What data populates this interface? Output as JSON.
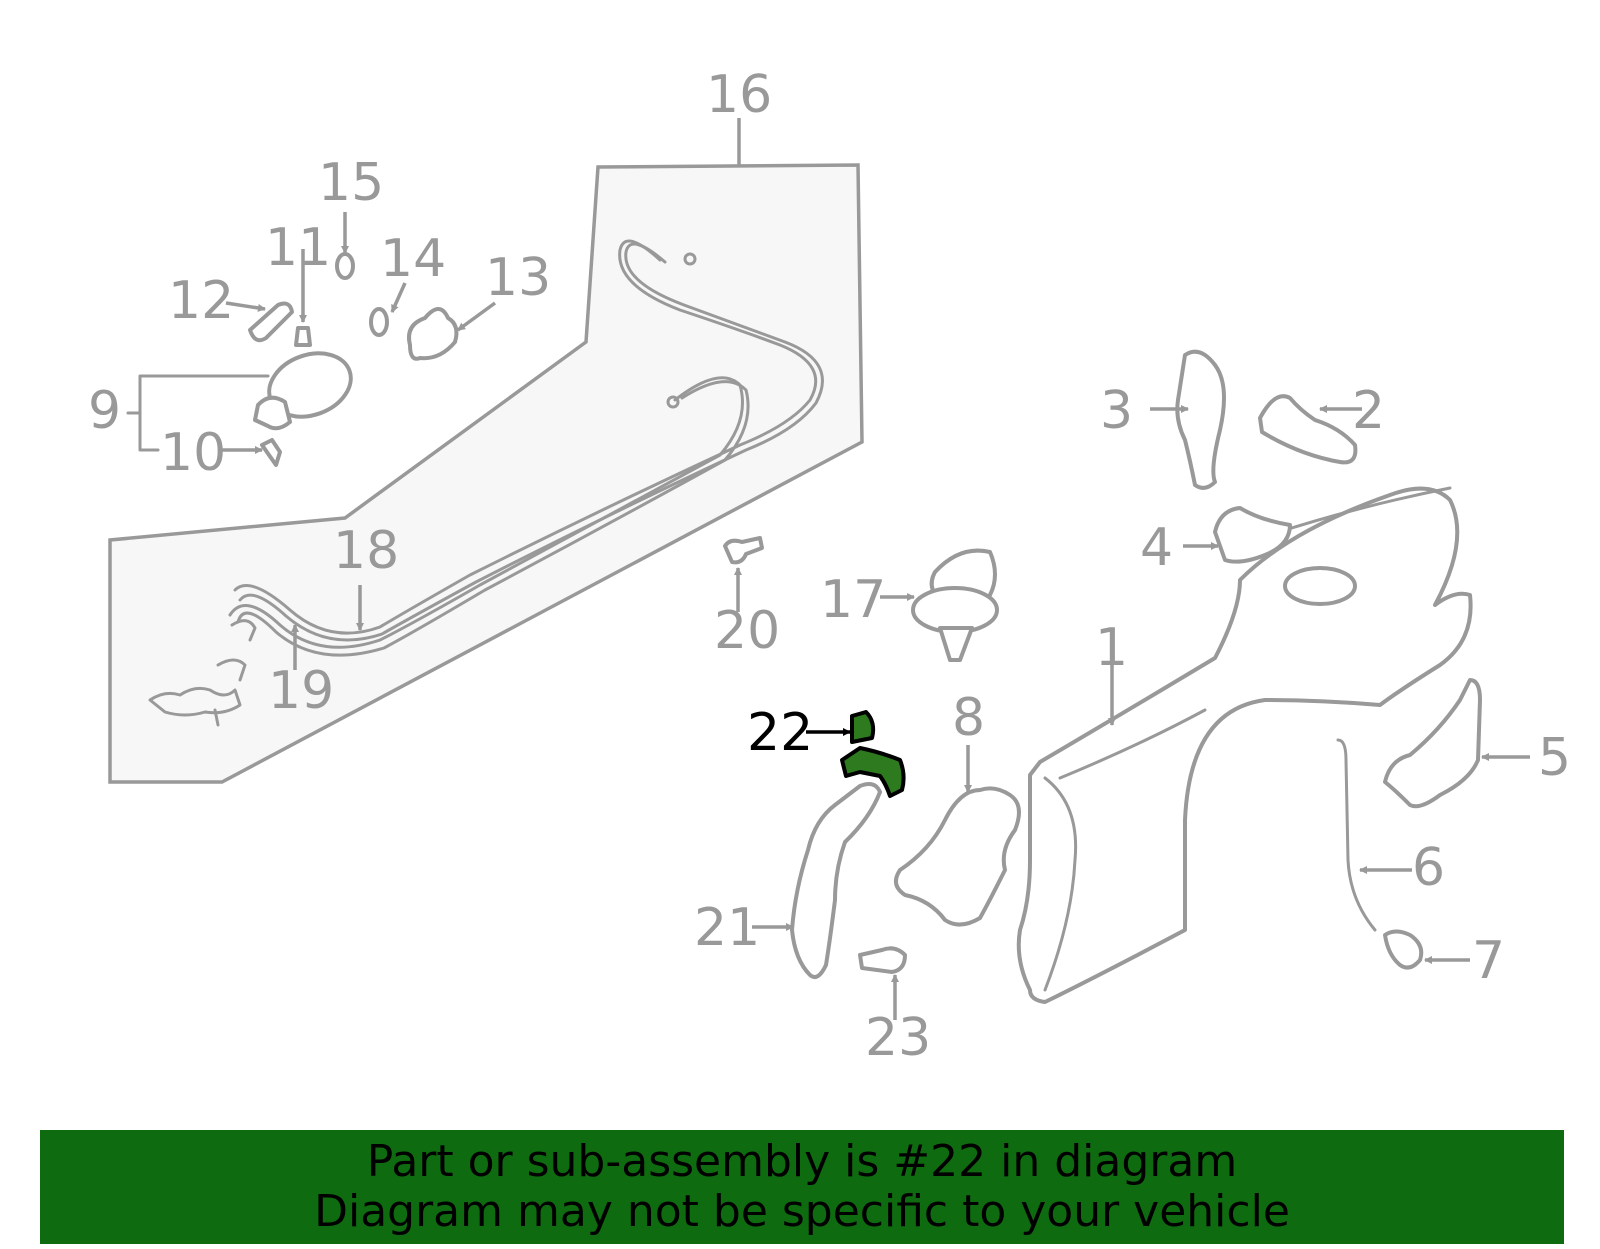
{
  "callouts": {
    "c1": "1",
    "c2": "2",
    "c3": "3",
    "c4": "4",
    "c5": "5",
    "c6": "6",
    "c7": "7",
    "c8": "8",
    "c9": "9",
    "c10": "10",
    "c11": "11",
    "c12": "12",
    "c13": "13",
    "c14": "14",
    "c15": "15",
    "c16": "16",
    "c17": "17",
    "c18": "18",
    "c19": "19",
    "c20": "20",
    "c21": "21",
    "c22": "22",
    "c23": "23"
  },
  "highlighted_part": "22",
  "colors": {
    "line_gray": "#999999",
    "highlight_fill": "#2d7a1f",
    "banner_bg": "#0f6b0f",
    "panel_bg": "#f7f7f7"
  },
  "banner": {
    "line1": "Part or sub-assembly is #22 in diagram",
    "line2": "Diagram may not be specific to your vehicle"
  }
}
